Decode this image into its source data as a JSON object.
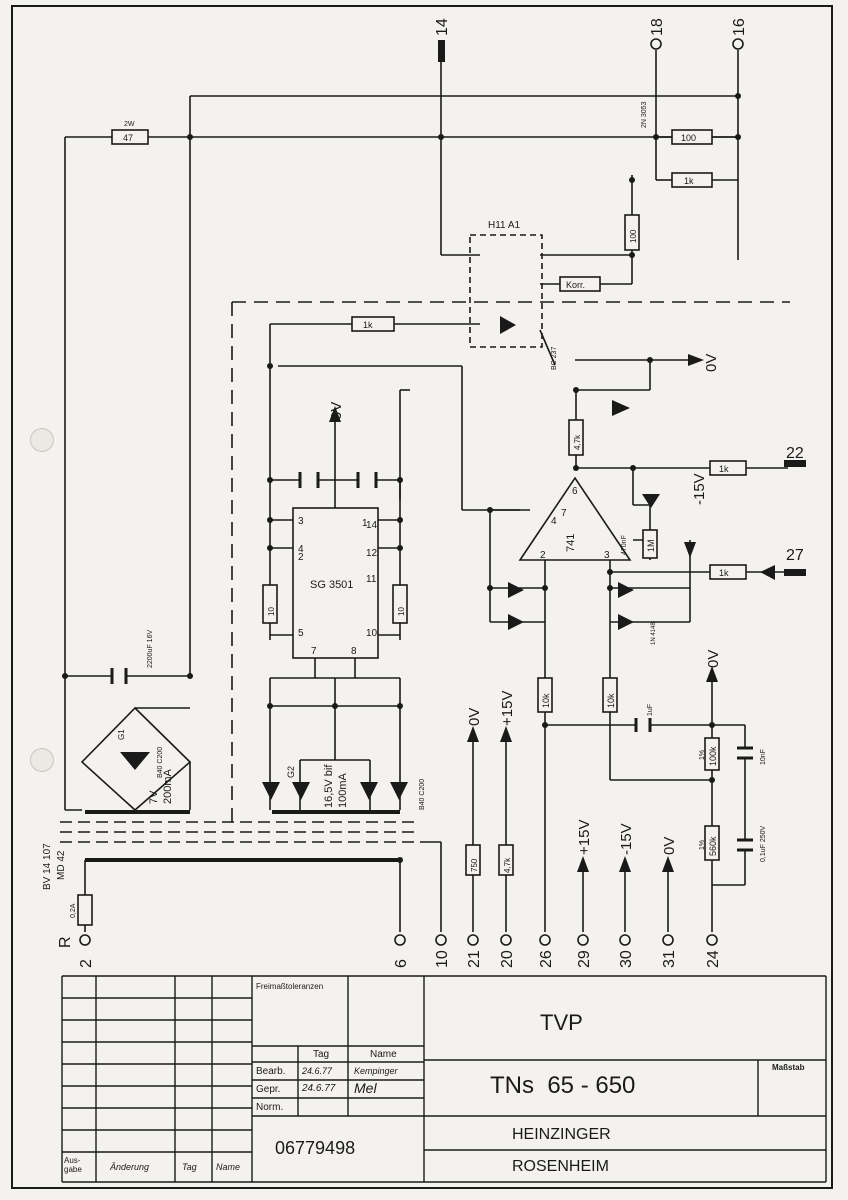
{
  "connectors": {
    "top": [
      "14",
      "18",
      "16"
    ],
    "right": [
      "22",
      "27"
    ],
    "bottom": [
      "2",
      "6",
      "10",
      "21",
      "20",
      "26",
      "29",
      "30",
      "31",
      "24"
    ],
    "bottom_prefix_r": "R"
  },
  "rails": {
    "zero_v": "0V",
    "plus15": "+15V",
    "minus15": "-15V"
  },
  "components": {
    "r_47": "47",
    "r_47_tag": "2W",
    "q_2n3053": "2N 3053",
    "r_100": "100",
    "r_1k_top": "1k",
    "r_100_b": "100",
    "opto": "H11 A1",
    "r_korr": "Korr.",
    "r_1k_fb": "1k",
    "q_bc237": "BC 237",
    "r_47k": "4,7k",
    "r_1k_22": "1k",
    "r_1k_27": "1k",
    "ic_sg3501": "SG 3501",
    "ic_741": "741",
    "c_1m": "1M",
    "c_470nf": "470nF",
    "r_10a": "10",
    "r_10b": "10",
    "r_10k_a": "10k",
    "r_10k_b": "10k",
    "r_100k": "100k",
    "r_560k": "560k",
    "r_750": "750",
    "r_47k_b": "4,7k",
    "c_10nf": "10nF",
    "c_01uf": "0,1uF 250V",
    "c_1uf": "1uF",
    "c_2200": "2200uF 16V",
    "bridge_g1": "G1",
    "bridge_g1_type": "B40 C200",
    "bridge_g2": "G2",
    "bridge_g2_type": "B40 C200",
    "fuse": "0,2A",
    "tr_type_1": "BV 14 107",
    "tr_type_2": "MD 42",
    "winding_a_1": "7V",
    "winding_a_2": "200mA",
    "winding_b_1": "16,5V bif",
    "winding_b_2": "100mA",
    "diode_1n4148": "1N 4148",
    "pct_1": "1%",
    "pct_2": "1%"
  },
  "ic_pins": {
    "sg_left": [
      "3",
      "4",
      "2",
      "5"
    ],
    "sg_right": [
      "1",
      "14",
      "12",
      "11",
      "10"
    ],
    "sg_bottom": [
      "7",
      "8"
    ],
    "op_top": [
      "4",
      "7",
      "6"
    ],
    "op_bottom": [
      "2",
      "3"
    ]
  },
  "title_block": {
    "tolerances": "Freimaßtoleranzen",
    "col_tag": "Tag",
    "col_name": "Name",
    "row_bearb": "Bearb.",
    "row_gepr": "Gepr.",
    "row_norm": "Norm.",
    "bearb_date": "24.6.77",
    "bearb_name": "Kempinger",
    "gepr_date": "24.6.77",
    "gepr_name": "Mel",
    "massstab": "Maßstab",
    "project": "TVP",
    "drawing": "TNs  65 - 650",
    "number": "06779498",
    "company_1": "HEINZINGER",
    "company_2": "ROSENHEIM",
    "ausgabe": "Aus-gabe",
    "aenderung": "Änderung",
    "tag": "Tag",
    "name": "Name"
  }
}
